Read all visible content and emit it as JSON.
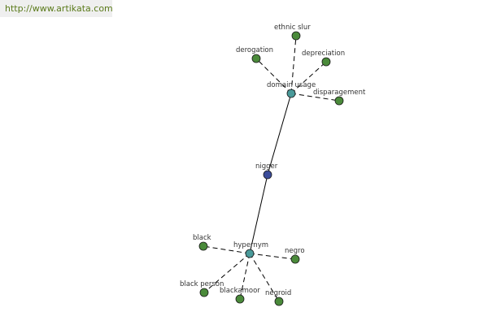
{
  "header": {
    "url": "http://www.artikata.com"
  },
  "graph": {
    "colors": {
      "center": "#3b4c9a",
      "relation": "#4a9a9a",
      "leaf": "#4a8a3a",
      "edge": "#000000"
    },
    "center": {
      "id": "nigger",
      "label": "nigger"
    },
    "relations": [
      {
        "id": "domain-usage",
        "label": "domain usage"
      },
      {
        "id": "hypernym",
        "label": "hypernym"
      }
    ],
    "leaves": [
      {
        "id": "ethnic-slur",
        "label": "ethnic slur",
        "parent": "domain-usage"
      },
      {
        "id": "derogation",
        "label": "derogation",
        "parent": "domain-usage"
      },
      {
        "id": "depreciation",
        "label": "depreciation",
        "parent": "domain-usage"
      },
      {
        "id": "disparagement",
        "label": "disparagement",
        "parent": "domain-usage"
      },
      {
        "id": "black",
        "label": "black",
        "parent": "hypernym"
      },
      {
        "id": "negro",
        "label": "negro",
        "parent": "hypernym"
      },
      {
        "id": "black-person",
        "label": "black person",
        "parent": "hypernym"
      },
      {
        "id": "blackamoor",
        "label": "blackamoor",
        "parent": "hypernym"
      },
      {
        "id": "negroid",
        "label": "negroid",
        "parent": "hypernym"
      }
    ]
  }
}
